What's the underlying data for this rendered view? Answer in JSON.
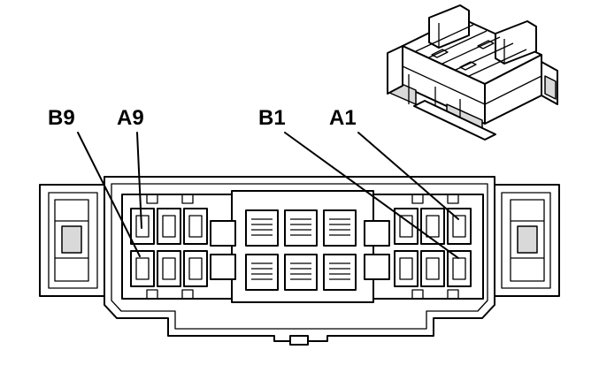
{
  "labels": {
    "b9": "B9",
    "a9": "A9",
    "b1": "B1",
    "a1": "A1"
  },
  "colors": {
    "ink": "#000000",
    "paper": "#ffffff",
    "shade": "#d9d9d9"
  }
}
